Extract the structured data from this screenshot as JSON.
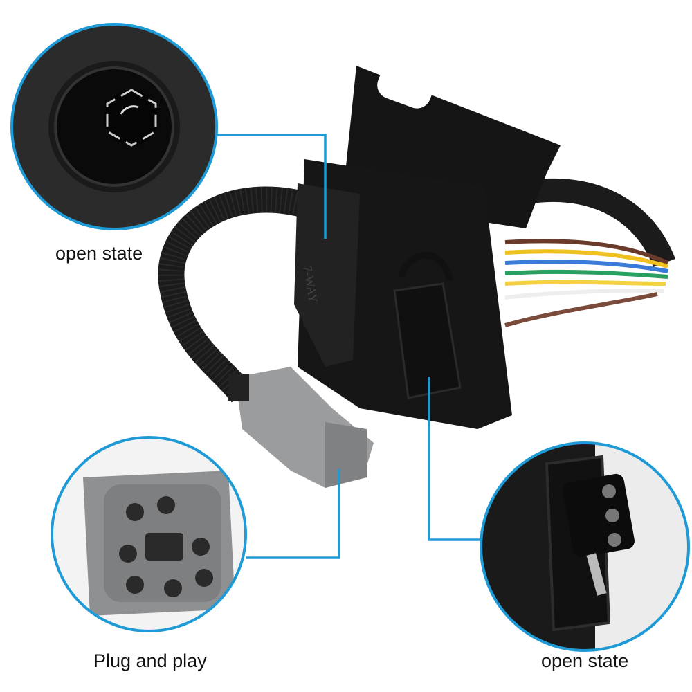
{
  "captions": {
    "top_left": "open state",
    "bottom_left": "Plug and play",
    "bottom_right": "open state"
  },
  "colors": {
    "accent": "#1e9ad6",
    "product": "#141414",
    "plug": "#9a9c9e"
  }
}
